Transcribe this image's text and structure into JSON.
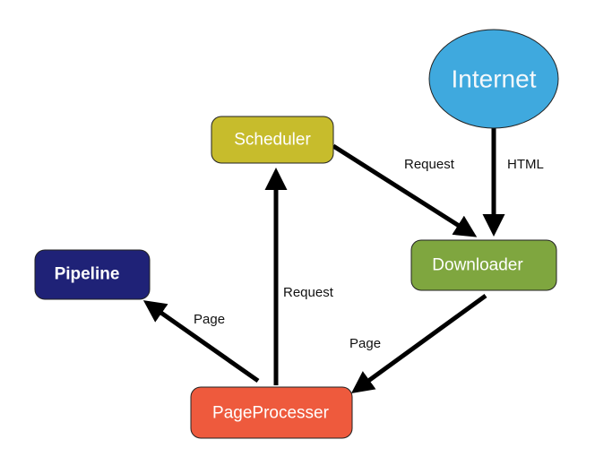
{
  "nodes": {
    "internet": {
      "label": "Internet",
      "color": "#3fa9de"
    },
    "scheduler": {
      "label": "Scheduler",
      "color": "#c7bc2c"
    },
    "downloader": {
      "label": "Downloader",
      "color": "#7fa63f"
    },
    "pipeline": {
      "label": "Pipeline",
      "color": "#1f2277"
    },
    "pageprocesser": {
      "label": "PageProcesser",
      "color": "#ee5a3d"
    }
  },
  "edges": {
    "scheduler_to_downloader": "Request",
    "internet_to_downloader": "HTML",
    "pageprocesser_to_scheduler": "Request",
    "pageprocesser_to_pipeline": "Page",
    "downloader_to_pageprocesser": "Page"
  }
}
